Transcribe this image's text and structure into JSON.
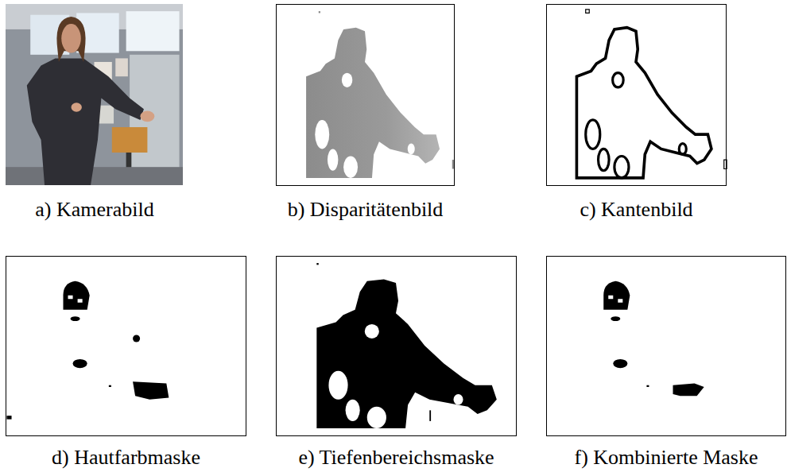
{
  "diagram": {
    "nodes": [
      {
        "text": [
          "a) Kamerabild"
        ]
      },
      {
        "text": [
          "b) Disparitätenbild"
        ]
      },
      {
        "text": [
          "c) Kantenbild"
        ]
      },
      {
        "text": [
          "d) Hautfarbmaske"
        ]
      },
      {
        "text": [
          "e) Tiefenbereichsmaske"
        ]
      },
      {
        "text": [
          "f) Kombinierte Maske"
        ]
      }
    ]
  }
}
